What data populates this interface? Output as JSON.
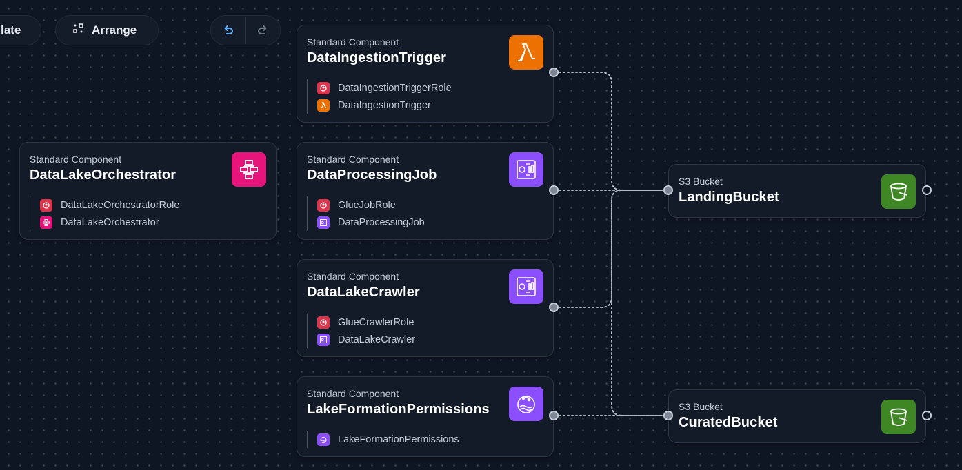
{
  "toolbar": {
    "template_label": "late",
    "arrange_label": "Arrange"
  },
  "colors": {
    "lambda": "#ed7100",
    "step_functions": "#e7157b",
    "glue": "#8c4fff",
    "lake_formation": "#8c4fff",
    "iam": "#dd344c",
    "s3": "#3f8624"
  },
  "components": [
    {
      "kind": "Standard Component",
      "title": "DataIngestionTrigger",
      "icon": "lambda-icon",
      "resources": [
        {
          "label": "DataIngestionTriggerRole",
          "icon": "iam-role-icon"
        },
        {
          "label": "DataIngestionTrigger",
          "icon": "lambda-icon"
        }
      ]
    },
    {
      "kind": "Standard Component",
      "title": "DataLakeOrchestrator",
      "icon": "step-functions-icon",
      "resources": [
        {
          "label": "DataLakeOrchestratorRole",
          "icon": "iam-role-icon"
        },
        {
          "label": "DataLakeOrchestrator",
          "icon": "step-functions-icon"
        }
      ]
    },
    {
      "kind": "Standard Component",
      "title": "DataProcessingJob",
      "icon": "glue-icon",
      "resources": [
        {
          "label": "GlueJobRole",
          "icon": "iam-role-icon"
        },
        {
          "label": "DataProcessingJob",
          "icon": "glue-icon"
        }
      ]
    },
    {
      "kind": "Standard Component",
      "title": "DataLakeCrawler",
      "icon": "glue-icon",
      "resources": [
        {
          "label": "GlueCrawlerRole",
          "icon": "iam-role-icon"
        },
        {
          "label": "DataLakeCrawler",
          "icon": "glue-icon"
        }
      ]
    },
    {
      "kind": "Standard Component",
      "title": "LakeFormationPermissions",
      "icon": "lake-formation-icon",
      "resources": [
        {
          "label": "LakeFormationPermissions",
          "icon": "lake-formation-icon"
        }
      ]
    },
    {
      "kind": "S3 Bucket",
      "title": "LandingBucket",
      "icon": "s3-bucket-icon",
      "resources": []
    },
    {
      "kind": "S3 Bucket",
      "title": "CuratedBucket",
      "icon": "s3-bucket-icon",
      "resources": []
    }
  ]
}
